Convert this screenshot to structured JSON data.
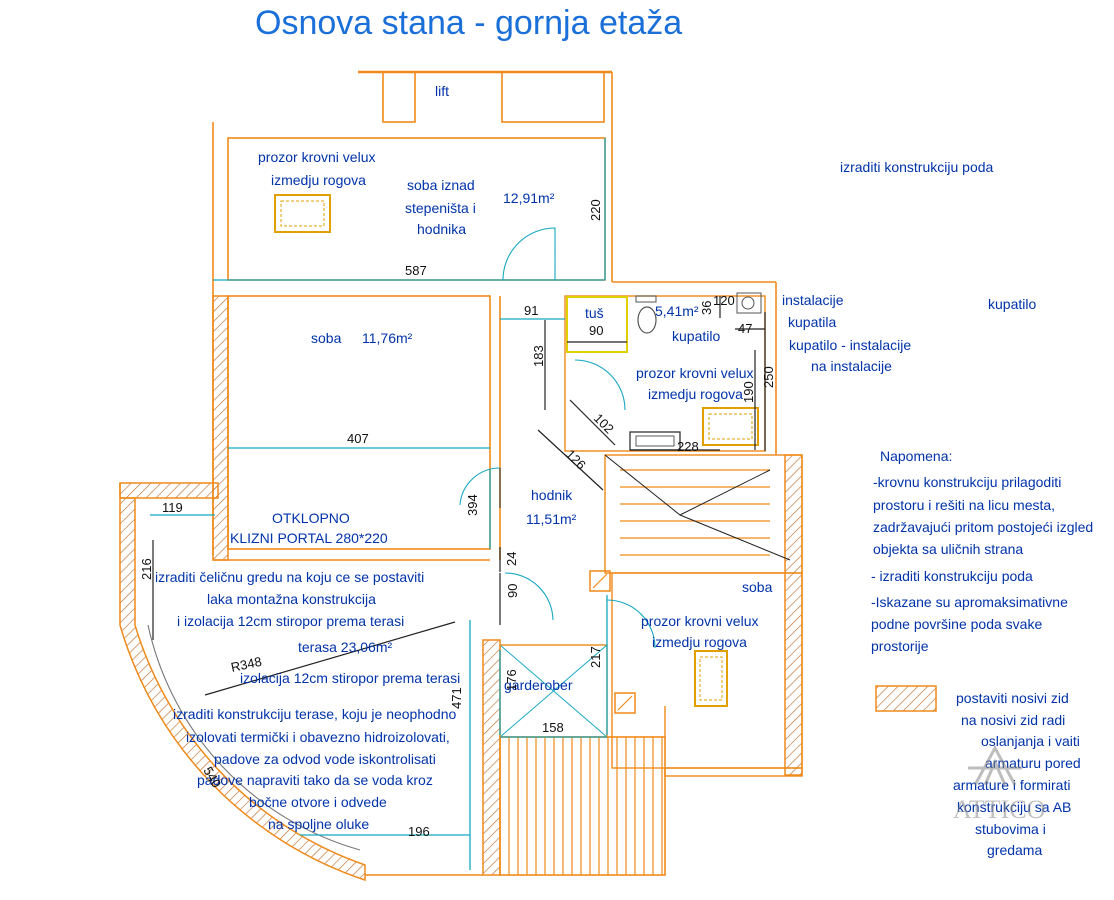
{
  "title": "Osnova stana - gornja etaža",
  "rooms": {
    "lift": "lift",
    "room1_win1": "prozor krovni velux",
    "room1_win2": "izmedju rogova",
    "room1_name1": "soba iznad",
    "room1_name2": "stepeništa i",
    "room1_name3": "hodnika",
    "room1_area": "12,91m²",
    "soba_name": "soba",
    "soba_area": "11,76m²",
    "tus": "tuš",
    "bath_area": "5,41m²",
    "bath_name": "kupatilo",
    "bath_win1": "prozor krovni velux",
    "bath_win2": "izmedju rogova",
    "hall_name": "hodnik",
    "hall_area": "11,51m²",
    "portal1": "OTKLOPNO",
    "portal2": "KLIZNI PORTAL 280*220",
    "soba2_name": "soba",
    "soba2_win1": "prozor krovni velux",
    "soba2_win2": "izmedju rogova",
    "garderober": "garderober",
    "terasa_area_label": "terasa 23,06m²",
    "terasa_izol": "izolacija 12cm stiropor prema terasi",
    "greda1": "izraditi čeličnu gredu na koju ce se postaviti",
    "greda2": "laka montažna konstrukcija",
    "greda3": "i izolacija 12cm stiropor prema terasi",
    "ter1": "izraditi konstrukciju terase, koju je neophodno",
    "ter2": "izolovati termički i obavezno hidroizolovati,",
    "ter3": "padove za odvod vode iskontrolisati",
    "ter4": "padove napraviti tako da se voda kroz",
    "ter5": "bočne otvore i odvede",
    "ter6": "na spoljne oluke",
    "radius": "R348"
  },
  "dimensions": {
    "d587": "587",
    "d220": "220",
    "d91": "91",
    "d90a": "90",
    "d36": "36",
    "d120": "120",
    "d47": "47",
    "d183": "183",
    "d250": "250",
    "d190": "190",
    "d102": "102",
    "d228": "228",
    "d126": "126",
    "d407": "407",
    "d394": "394",
    "d119": "119",
    "d216": "216",
    "d24": "24",
    "d90b": "90",
    "d176": "176",
    "d217": "217",
    "d158": "158",
    "d471": "471",
    "d196": "196",
    "d540": "540"
  },
  "notes": {
    "konstrukcija_poda": "izraditi konstrukciju poda",
    "kupatilo_right": "kupatilo",
    "inst1": "instalacije",
    "inst2": "kupatila",
    "inst3": "kupatilo - instalacije",
    "inst4": "na instalacije",
    "napomena": "Napomena:",
    "n1a": "-krovnu konstrukciju prilagoditi",
    "n1b": "prostoru i rešiti na licu mesta,",
    "n1c": "zadržavajući pritom postojeći izgled",
    "n1d": "objekta sa uličnih strana",
    "n2": "- izraditi konstrukciju poda",
    "n3a": "-Iskazane su apromaksimativne",
    "n3b": "podne površine poda svake",
    "n3c": "prostorije",
    "l1": "postaviti nosivi zid",
    "l2": "na nosivi zid radi",
    "l3": "oslanjanja i  vaiti",
    "l4": "armaturu pored",
    "l5": "armature i formirati",
    "l6": "konstrukciju sa AB",
    "l7": "stubovima i",
    "l8": "gredama"
  },
  "watermark": "ATTICO",
  "colors": {
    "wall": "#f08a1a",
    "dimension": "#16a8c0",
    "text": "#0033aa",
    "title": "#1a6fd8"
  }
}
